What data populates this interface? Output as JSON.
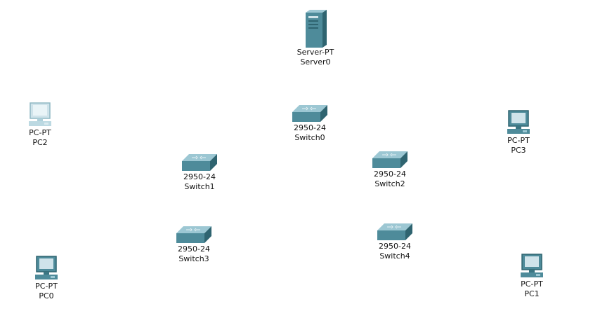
{
  "devices": [
    {
      "id": "server0",
      "model": "Server-PT",
      "name": "Server0",
      "kind": "server"
    },
    {
      "id": "switch0",
      "model": "2950-24",
      "name": "Switch0",
      "kind": "switch"
    },
    {
      "id": "switch1",
      "model": "2950-24",
      "name": "Switch1",
      "kind": "switch"
    },
    {
      "id": "switch2",
      "model": "2950-24",
      "name": "Switch2",
      "kind": "switch"
    },
    {
      "id": "switch3",
      "model": "2950-24",
      "name": "Switch3",
      "kind": "switch"
    },
    {
      "id": "switch4",
      "model": "2950-24",
      "name": "Switch4",
      "kind": "switch"
    },
    {
      "id": "pc2",
      "model": "PC-PT",
      "name": "PC2",
      "kind": "pc-light"
    },
    {
      "id": "pc3",
      "model": "PC-PT",
      "name": "PC3",
      "kind": "pc"
    },
    {
      "id": "pc0",
      "model": "PC-PT",
      "name": "PC0",
      "kind": "pc"
    },
    {
      "id": "pc1",
      "model": "PC-PT",
      "name": "PC1",
      "kind": "pc"
    }
  ],
  "colors": {
    "device_body": "#4e8b9a",
    "device_light": "#9cc7d3",
    "device_dark": "#2f6470"
  }
}
